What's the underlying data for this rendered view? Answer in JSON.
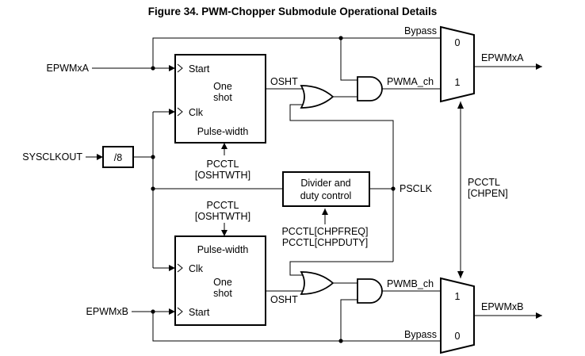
{
  "title": "Figure 34. PWM-Chopper Submodule Operational Details",
  "inputs": {
    "epwmxa": "EPWMxA",
    "sysclkout": "SYSCLKOUT",
    "epwmxb": "EPWMxB"
  },
  "divider8": "/8",
  "oneshot_top": {
    "start": "Start",
    "one": "One",
    "shot": "shot",
    "clk": "Clk",
    "pulse_width": "Pulse-width"
  },
  "oneshot_bottom": {
    "pulse_width": "Pulse-width",
    "clk": "Clk",
    "one": "One",
    "shot": "shot",
    "start": "Start"
  },
  "oshtwth_top": {
    "line1": "PCCTL",
    "line2": "[OSHTWTH]"
  },
  "oshtwth_bottom": {
    "line1": "PCCTL",
    "line2": "[OSHTWTH]"
  },
  "osht_top": "OSHT",
  "osht_bottom": "OSHT",
  "divider_duty": {
    "line1": "Divider and",
    "line2": "duty control"
  },
  "chpfreq": "PCCTL[CHPFREQ]",
  "chpduty": "PCCTL[CHPDUTY]",
  "psclk": "PSCLK",
  "pwma_ch": "PWMA_ch",
  "pwmb_ch": "PWMB_ch",
  "bypass_top": "Bypass",
  "bypass_bottom": "Bypass",
  "mux_top": {
    "in0": "0",
    "in1": "1"
  },
  "mux_bottom": {
    "in1": "1",
    "in0": "0"
  },
  "chpen": {
    "line1": "PCCTL",
    "line2": "[CHPEN]"
  },
  "outputs": {
    "epwmxa": "EPWMxA",
    "epwmxb": "EPWMxB"
  }
}
